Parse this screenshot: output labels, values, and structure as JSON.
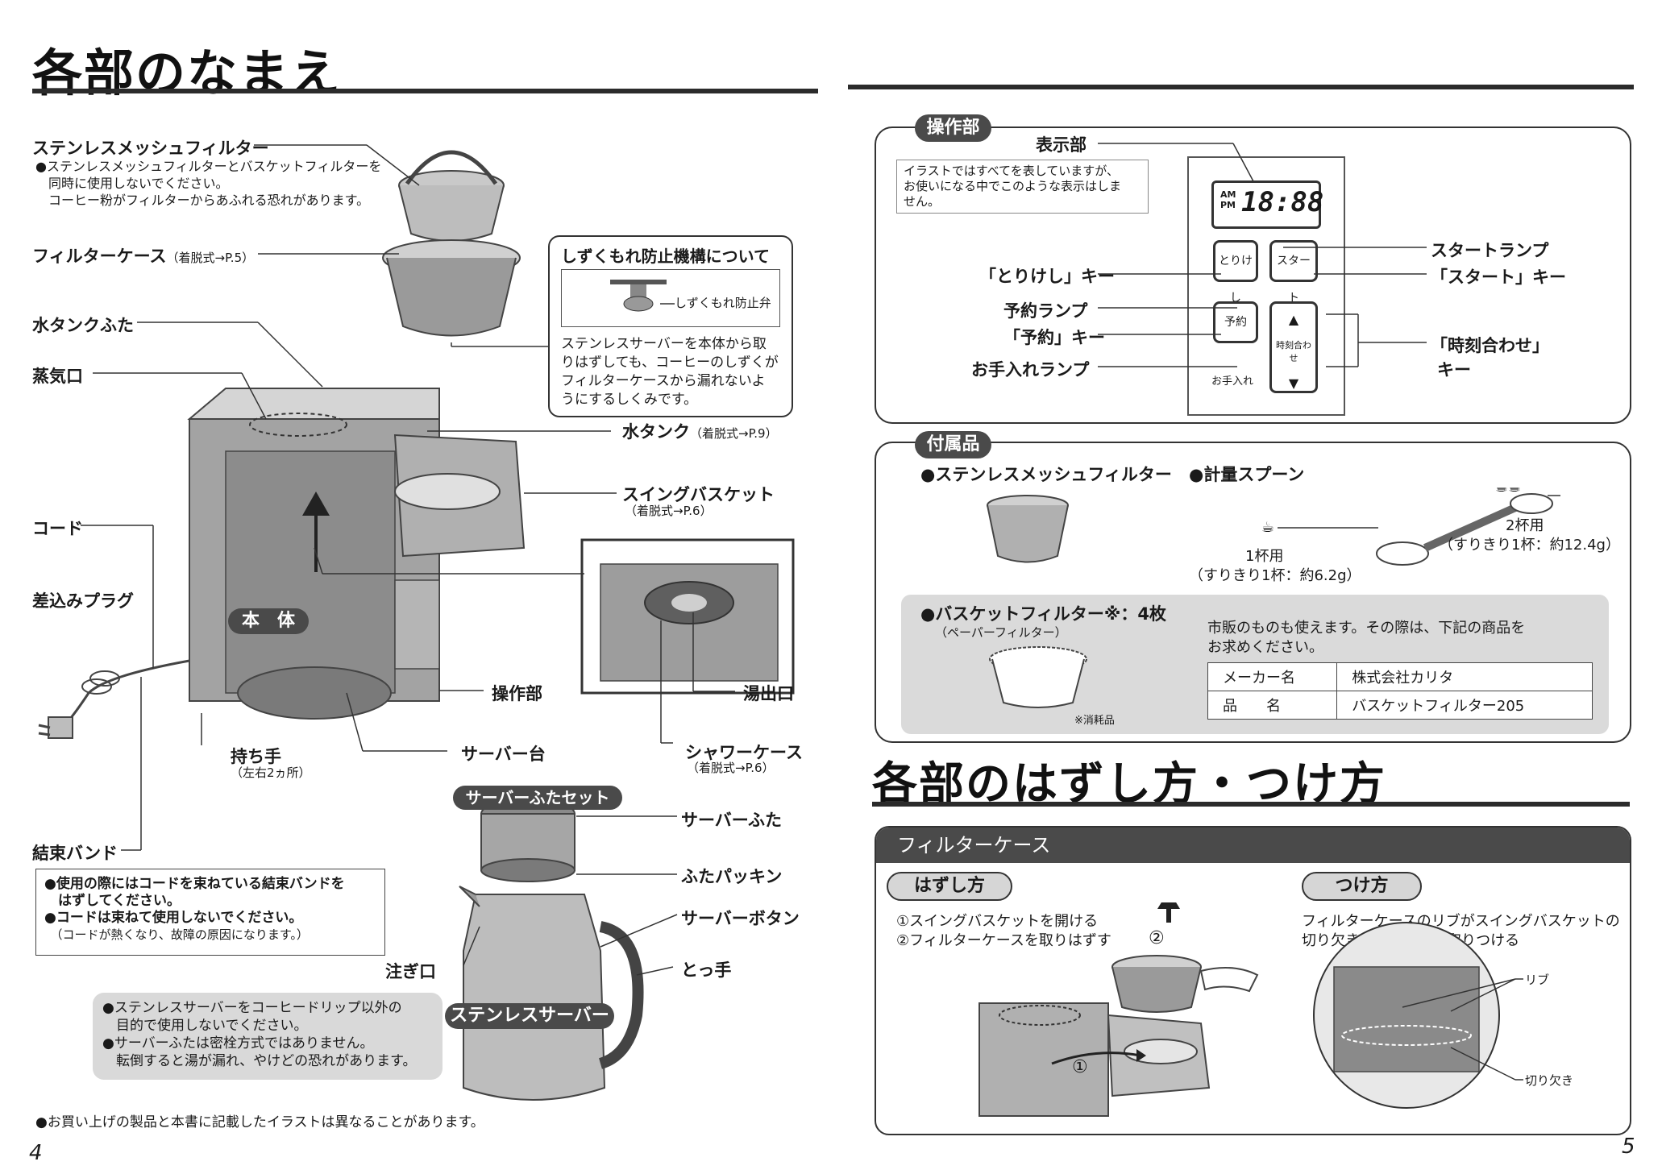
{
  "left": {
    "title": "各部のなまえ",
    "labels": {
      "mesh_filter": "ステンレスメッシュフィルター",
      "mesh_note": [
        "●ステンレスメッシュフィルターとバスケットフィルターを",
        "　同時に使用しないでください。",
        "　コーヒー粉がフィルターからあふれる恐れがあります。"
      ],
      "filter_case": "フィルターケース",
      "filter_case_ref": "（着脱式→P.5）",
      "tank_lid": "水タンクふた",
      "steam": "蒸気口",
      "cord": "コード",
      "plug": "差込みプラグ",
      "band": "結束バンド",
      "handle": "持ち手",
      "handle_note": "（左右2ヵ所）",
      "server_base": "サーバー台",
      "panel": "操作部",
      "outlet": "湯出口",
      "shower": "シャワーケース",
      "shower_ref": "（着脱式→P.6）",
      "tank": "水タンク",
      "tank_ref": "（着脱式→P.9）",
      "swing": "スイングバスケット",
      "swing_ref": "（着脱式→P.6）",
      "body": "本　体",
      "lid_set": "サーバーふたセット",
      "server_lid": "サーバーふた",
      "packing": "ふたパッキン",
      "server_button": "サーバーボタン",
      "spout": "注ぎ口",
      "grip": "とっ手",
      "server": "ステンレスサーバー"
    },
    "drip_box": {
      "title": "しずくもれ防止機構について",
      "valve": "しずくもれ防止弁",
      "text": [
        "ステンレスサーバーを本体から取",
        "りはずしても、コーヒーのしずくが",
        "フィルターケースから漏れないよ",
        "うにするしくみです。"
      ]
    },
    "band_notes": [
      "●使用の際にはコードを束ねている結束バンドを",
      "　はずしてください。",
      "●コードは束ねて使用しないでください。",
      "　（コードが熱くなり、故障の原因になります。）"
    ],
    "server_notes": [
      "●ステンレスサーバーをコーヒードリップ以外の",
      "　目的で使用しないでください。",
      "●サーバーふたは密栓方式ではありません。",
      "　転倒すると湯が漏れ、やけどの恐れがあります。"
    ],
    "footer_note": "●お買い上げの製品と本書に記載したイラストは異なることがあります。",
    "page_number": "4"
  },
  "right": {
    "panel_section": {
      "tag": "操作部",
      "display": "表示部",
      "illus_note": [
        "イラストではすべてを表していますが、",
        "お使いになる中でこのような表示はしま",
        "せん。"
      ],
      "am": "AM",
      "pm": "PM",
      "time": "18:88",
      "cancel_key": "「とりけし」キー",
      "reserve_lamp": "予約ランプ",
      "reserve_key": "「予約」キー",
      "care_lamp": "お手入れランプ",
      "start_lamp": "スタートランプ",
      "start_key": "「スタート」キー",
      "clock_key_1": "「時刻合わせ」",
      "clock_key_2": "キー",
      "btn_cancel": "とりけし",
      "btn_start": "スタート",
      "btn_reserve": "予約",
      "btn_clock": "時刻合わせ",
      "btn_care": "お手入れ"
    },
    "accessories": {
      "tag": "付属品",
      "mesh": "●ステンレスメッシュフィルター",
      "spoon": "●計量スプーン",
      "one_cup": "1杯用",
      "one_cup_note": "（すりきり1杯：約6.2g）",
      "two_cup": "2杯用",
      "two_cup_note": "（すりきり1杯：約12.4g）",
      "basket": "●バスケットフィルター※：4枚",
      "basket_sub": "（ペーパーフィルター）",
      "consumable": "※消耗品",
      "market_note": [
        "市販のものも使えます。その際は、下記の商品を",
        "お求めください。"
      ],
      "table": [
        [
          "メーカー名",
          "株式会社カリタ"
        ],
        [
          "品　　名",
          "バスケットフィルター205"
        ]
      ]
    },
    "title2": "各部のはずし方・つけ方",
    "filter_case": {
      "header": "フィルターケース",
      "remove_tag": "はずし方",
      "remove_steps": [
        "①スイングバスケットを開ける",
        "②フィルターケースを取りはずす"
      ],
      "attach_tag": "つけ方",
      "attach_text": [
        "フィルターケースのリブがスイングバスケットの",
        "切り欠きにあうように取りつける"
      ],
      "rib": "リブ",
      "notch": "切り欠き",
      "step1": "①",
      "step2": "②"
    },
    "page_number": "5"
  }
}
